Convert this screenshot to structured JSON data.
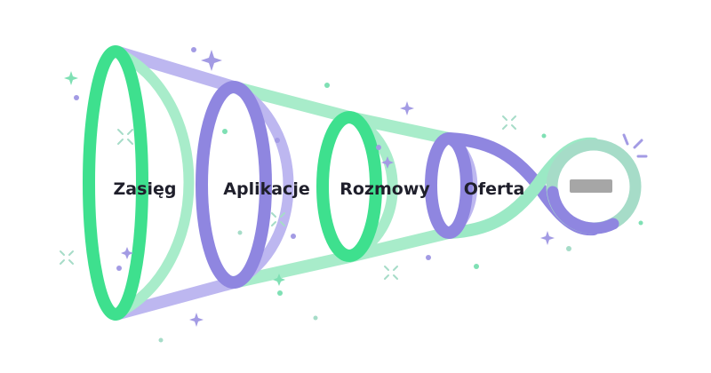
{
  "stages": [
    {
      "label": "Zasięg",
      "color": "#3ee08e"
    },
    {
      "label": "Aplikacje",
      "color": "#8f86e0"
    },
    {
      "label": "Rozmowy",
      "color": "#3ee08e"
    },
    {
      "label": "Oferta",
      "color": "#8f86e0"
    }
  ],
  "colors": {
    "green": "#3ee08e",
    "green_light": "#9be9c5",
    "purple": "#8f86e0",
    "purple_light": "#bdb7f0",
    "end_bar": "#a6a6a6",
    "label_text": "#1f1f2b"
  },
  "decorations": {
    "sparkle_icon": "four-point-star",
    "dot_icon": "dot",
    "burst_icon": "sparkle-burst"
  }
}
